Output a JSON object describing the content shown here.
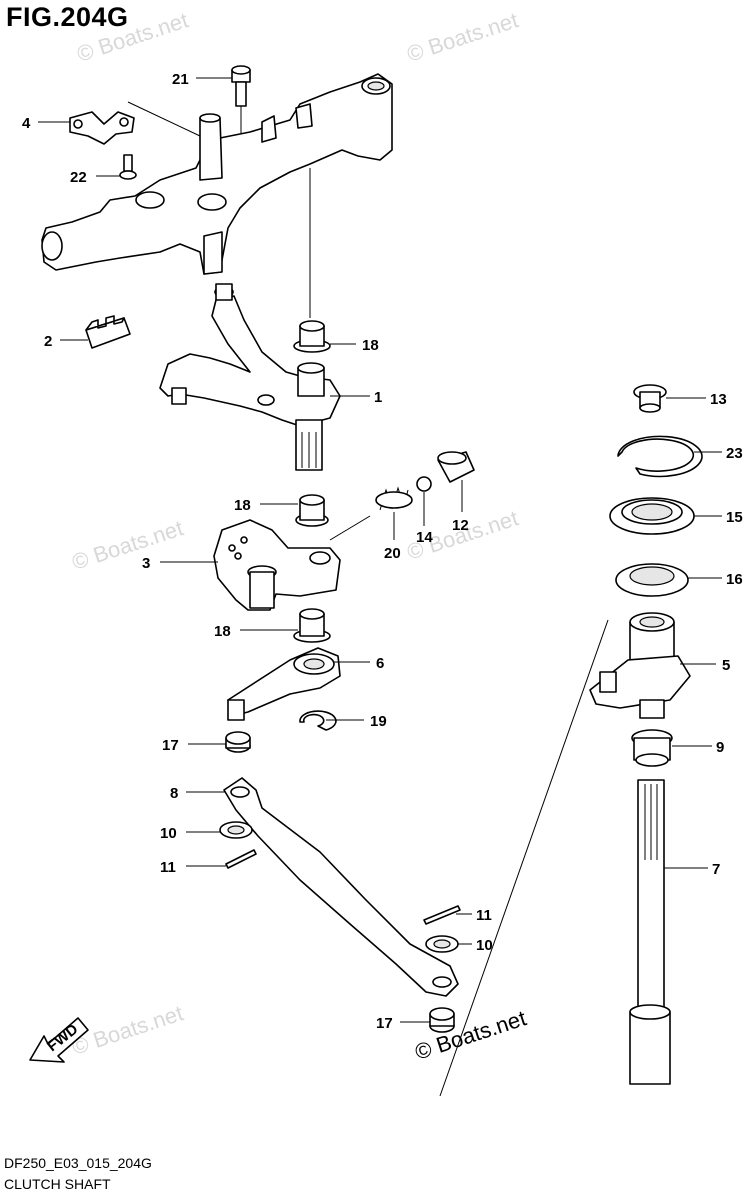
{
  "header": {
    "title": "FIG.204G"
  },
  "footer": {
    "code": "DF250_E03_015_204G",
    "caption": "CLUTCH SHAFT"
  },
  "watermark": {
    "text": "© Boats.net",
    "color": "#d8d8d8"
  },
  "fwd_arrow": {
    "label": "FWD"
  },
  "callouts": {
    "c21": "21",
    "c4": "4",
    "c22": "22",
    "c2": "2",
    "c18a": "18",
    "c1": "1",
    "c13": "13",
    "c23": "23",
    "c15": "15",
    "c16": "16",
    "c5": "5",
    "c9": "9",
    "c7": "7",
    "c18b": "18",
    "c3": "3",
    "c20": "20",
    "c14": "14",
    "c12": "12",
    "c18c": "18",
    "c6": "6",
    "c19": "19",
    "c17a": "17",
    "c8": "8",
    "c10a": "10",
    "c11a": "11",
    "c11b": "11",
    "c10b": "10",
    "c17b": "17"
  }
}
